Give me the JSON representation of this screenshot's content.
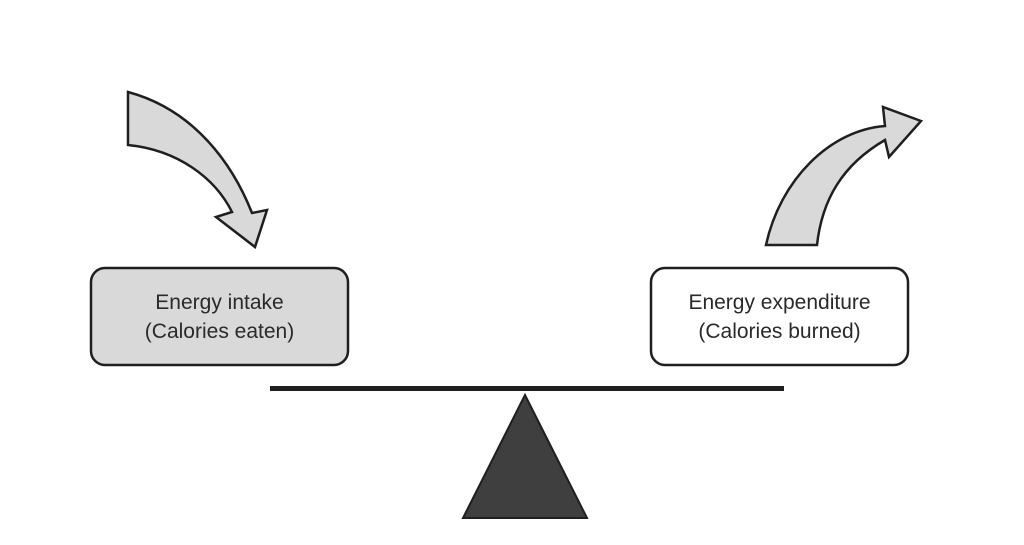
{
  "colors": {
    "background": "#ffffff",
    "stroke": "#1f1f1f",
    "intake_fill": "#d9d9d9",
    "expenditure_fill": "#ffffff",
    "arrow_fill": "#d9d9d9",
    "fulcrum_fill": "#3f3f3f",
    "beam": "#1f1f1f"
  },
  "intake": {
    "line1": "Energy intake",
    "line2": "(Calories eaten)"
  },
  "expenditure": {
    "line1": "Energy expenditure",
    "line2": "(Calories burned)"
  },
  "icons": {
    "intake_arrow": "curved-arrow-down-icon",
    "expenditure_arrow": "curved-arrow-up-icon",
    "fulcrum": "triangle-fulcrum-icon"
  }
}
